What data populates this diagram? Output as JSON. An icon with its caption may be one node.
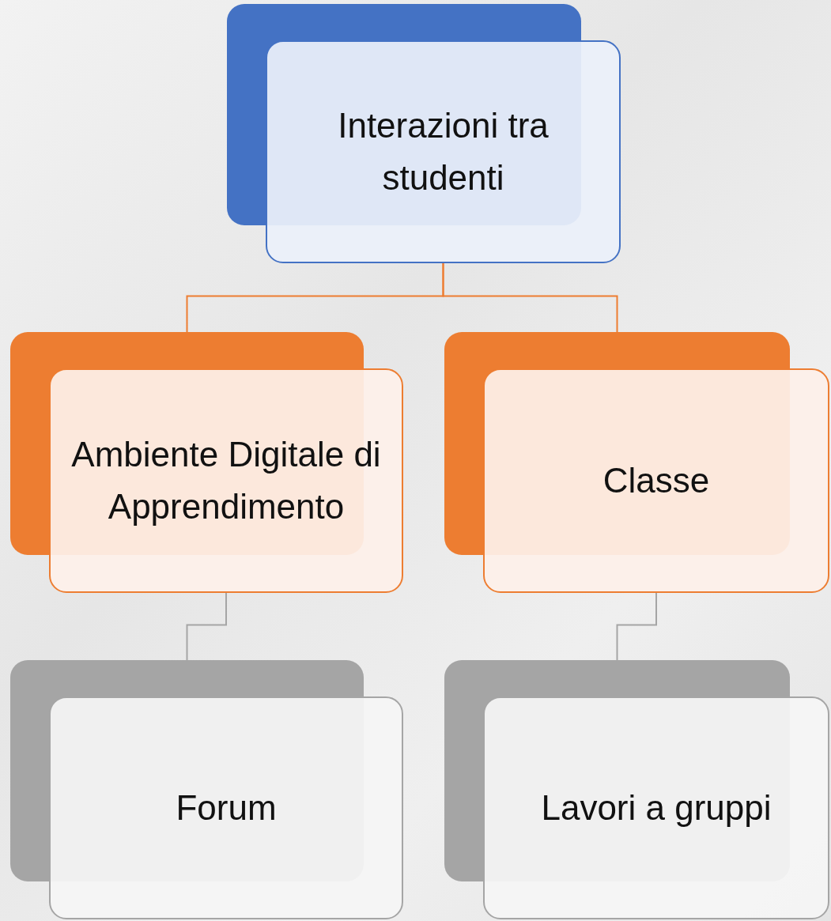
{
  "diagram": {
    "nodes": [
      {
        "text": [
          "Interazioni tra studenti"
        ]
      },
      {
        "text": [
          "Ambiente Digitale di Apprendimento"
        ]
      },
      {
        "text": [
          "Classe"
        ]
      },
      {
        "text": [
          "Forum"
        ]
      },
      {
        "text": [
          "Lavori a gruppi"
        ]
      }
    ],
    "edges": [
      {
        "from": 0,
        "to": 1,
        "arrow": "none",
        "color": "#ed7d31"
      },
      {
        "from": 0,
        "to": 2,
        "arrow": "none",
        "color": "#ed7d31"
      },
      {
        "from": 1,
        "to": 3,
        "arrow": "none",
        "color": "#a5a5a5"
      },
      {
        "from": 2,
        "to": 4,
        "arrow": "none",
        "color": "#a5a5a5"
      }
    ]
  }
}
